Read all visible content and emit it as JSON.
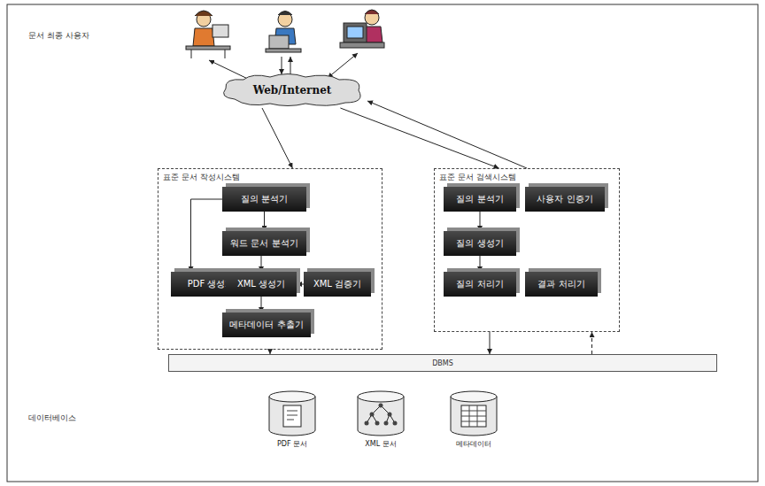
{
  "diagram": {
    "nodes": [
      {
        "text": [
          "Web/Internet"
        ]
      },
      {
        "text": [
          "표준 문서 작성시스템"
        ]
      },
      {
        "text": [
          "질의 분석기"
        ],
        "in": 1
      },
      {
        "text": [
          "워드 문서 분석기"
        ],
        "in": 1
      },
      {
        "text": [
          "PDF 생성기"
        ],
        "in": 1
      },
      {
        "text": [
          "XML 생성기"
        ],
        "in": 1
      },
      {
        "text": [
          "XML 검증기"
        ],
        "in": 1
      },
      {
        "text": [
          "메타데이터 추출기"
        ],
        "in": 1
      },
      {
        "text": [
          "표준 문서 검색시스템"
        ]
      },
      {
        "text": [
          "질의 분석기"
        ],
        "in": 8
      },
      {
        "text": [
          "사용자 인증기"
        ],
        "in": 8
      },
      {
        "text": [
          "질의 생성기"
        ],
        "in": 8
      },
      {
        "text": [
          "질의 처리기"
        ],
        "in": 8
      },
      {
        "text": [
          "결과 처리기"
        ],
        "in": 8
      },
      {
        "text": [
          "DBMS"
        ]
      },
      {
        "text": [
          "PDF 문서"
        ]
      },
      {
        "text": [
          "XML 문서"
        ]
      },
      {
        "text": [
          "메타데이터"
        ]
      }
    ],
    "edges": [
      {
        "from": 0,
        "to": 1,
        "arrow": "to"
      },
      {
        "from": 0,
        "to": 8,
        "arrow": "to"
      },
      {
        "from": 8,
        "to": 0,
        "arrow": "to"
      },
      {
        "from": 2,
        "to": 3,
        "arrow": "to"
      },
      {
        "from": 2,
        "to": 4,
        "arrow": "to"
      },
      {
        "from": 3,
        "to": 5,
        "arrow": "to"
      },
      {
        "from": 6,
        "to": 5,
        "arrow": "to"
      },
      {
        "from": 5,
        "to": 7,
        "arrow": "to"
      },
      {
        "from": 9,
        "to": 11,
        "arrow": "to"
      },
      {
        "from": 11,
        "to": 12,
        "arrow": "to"
      },
      {
        "from": 1,
        "to": 14,
        "arrow": "to"
      },
      {
        "from": 8,
        "to": 14,
        "arrow": "to"
      },
      {
        "from": 14,
        "to": 8,
        "arrow": "to"
      }
    ],
    "labels": [
      "문서 최종 사용자",
      "데이터베이스"
    ]
  }
}
